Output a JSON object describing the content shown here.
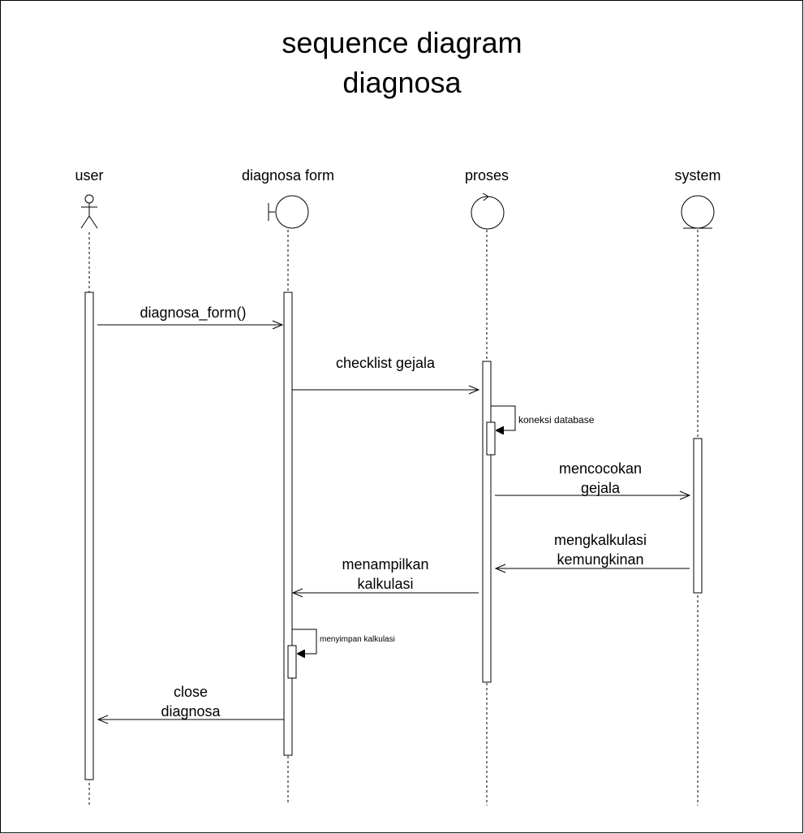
{
  "title": {
    "line1": "sequence diagram",
    "line2": "diagnosa"
  },
  "participants": [
    {
      "id": "user",
      "name": "user",
      "kind": "actor"
    },
    {
      "id": "form",
      "name": "diagnosa form",
      "kind": "boundary"
    },
    {
      "id": "proses",
      "name": "proses",
      "kind": "control"
    },
    {
      "id": "system",
      "name": "system",
      "kind": "entity"
    }
  ],
  "messages": [
    {
      "id": "m1",
      "from": "user",
      "to": "form",
      "lines": [
        "diagnosa_form()"
      ],
      "kind": "call"
    },
    {
      "id": "m2",
      "from": "form",
      "to": "proses",
      "lines": [
        "checklist gejala"
      ],
      "kind": "call"
    },
    {
      "id": "m3",
      "from": "proses",
      "to": "proses",
      "lines": [
        "koneksi database"
      ],
      "kind": "self"
    },
    {
      "id": "m4",
      "from": "proses",
      "to": "system",
      "lines": [
        "mencocokan",
        "gejala"
      ],
      "kind": "call"
    },
    {
      "id": "m5",
      "from": "system",
      "to": "proses",
      "lines": [
        "mengkalkulasi",
        "kemungkinan"
      ],
      "kind": "return"
    },
    {
      "id": "m6",
      "from": "proses",
      "to": "form",
      "lines": [
        "menampilkan",
        "kalkulasi"
      ],
      "kind": "return"
    },
    {
      "id": "m7",
      "from": "form",
      "to": "form",
      "lines": [
        "menyimpan kalkulasi"
      ],
      "kind": "self"
    },
    {
      "id": "m8",
      "from": "form",
      "to": "user",
      "lines": [
        "close",
        "diagnosa"
      ],
      "kind": "return"
    }
  ]
}
